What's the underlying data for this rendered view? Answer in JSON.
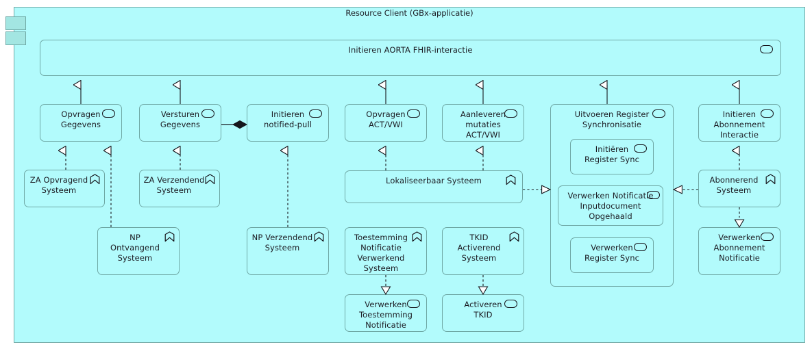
{
  "diagram": {
    "title": "Resource Client (GBx-applicatie)",
    "colors": {
      "fill": "#b2fbfc",
      "border": "#6fa8a5",
      "tab_fill": "#a3e6e2",
      "line": "#16161c",
      "text": "#1b1b22"
    }
  },
  "nodes": {
    "root": {
      "label": "Resource Client (GBx-applicatie)",
      "type": "application-component"
    },
    "aorta": {
      "label": "Initieren AORTA FHIR-interactie",
      "type": "application-service",
      "icon": "service-icon"
    },
    "opvragen_gegevens": {
      "label": "Opvragen\nGegevens",
      "type": "application-service",
      "icon": "service-icon"
    },
    "versturen_gegevens": {
      "label": "Versturen\nGegevens",
      "type": "application-service",
      "icon": "service-icon"
    },
    "initieren_notified_pull": {
      "label": "Initieren\nnotified-pull",
      "type": "application-service",
      "icon": "service-icon"
    },
    "opvragen_act_vwi": {
      "label": "Opvragen\nACT/VWI",
      "type": "application-service",
      "icon": "service-icon"
    },
    "aanleveren_mutaties": {
      "label": "Aanleveren\nmutaties\nACT/VWI",
      "type": "application-service",
      "icon": "service-icon"
    },
    "uitvoeren_register_sync": {
      "label": "Uitvoeren Register\nSynchronisatie",
      "type": "application-service",
      "icon": "service-icon"
    },
    "initieren_abonnement": {
      "label": "Initieren\nAbonnement\nInteractie",
      "type": "application-service",
      "icon": "service-icon"
    },
    "initieren_register_sync": {
      "label": "Initiëren\nRegister Sync",
      "type": "application-service",
      "icon": "service-icon"
    },
    "verwerken_notificatie_inputdocument": {
      "label": "Verwerken Notificatie\nInputdocument\nOpgehaald",
      "type": "application-service",
      "icon": "service-icon"
    },
    "verwerken_register_sync": {
      "label": "Verwerken\nRegister Sync",
      "type": "application-service",
      "icon": "service-icon"
    },
    "za_opvragend": {
      "label": "ZA Opvragend\nSysteem",
      "type": "application-interface",
      "icon": "interface-icon"
    },
    "za_verzendend": {
      "label": "ZA Verzendend\nSysteem",
      "type": "application-interface",
      "icon": "interface-icon"
    },
    "np_ontvangend": {
      "label": "NP\nOntvangend\nSysteem",
      "type": "application-interface",
      "icon": "interface-icon"
    },
    "np_verzendend": {
      "label": "NP Verzendend\nSysteem",
      "type": "application-interface",
      "icon": "interface-icon"
    },
    "lokaliseerbaar": {
      "label": "Lokaliseerbaar Systeem",
      "type": "application-interface",
      "icon": "interface-icon"
    },
    "toestemming_notificatie": {
      "label": "Toestemming\nNotificatie\nVerwerkend\nSysteem",
      "type": "application-interface",
      "icon": "interface-icon"
    },
    "tkid_activerend": {
      "label": "TKID\nActiverend\nSysteem",
      "type": "application-interface",
      "icon": "interface-icon"
    },
    "abonnerend": {
      "label": "Abonnerend\nSysteem",
      "type": "application-interface",
      "icon": "interface-icon"
    },
    "verwerken_toestemming": {
      "label": "Verwerken\nToestemming\nNotificatie",
      "type": "application-service",
      "icon": "service-icon"
    },
    "activeren_tkid": {
      "label": "Activeren\nTKID",
      "type": "application-service",
      "icon": "service-icon"
    },
    "verwerken_abonnement": {
      "label": "Verwerken\nAbonnement\nNotificatie",
      "type": "application-service",
      "icon": "service-icon"
    }
  }
}
